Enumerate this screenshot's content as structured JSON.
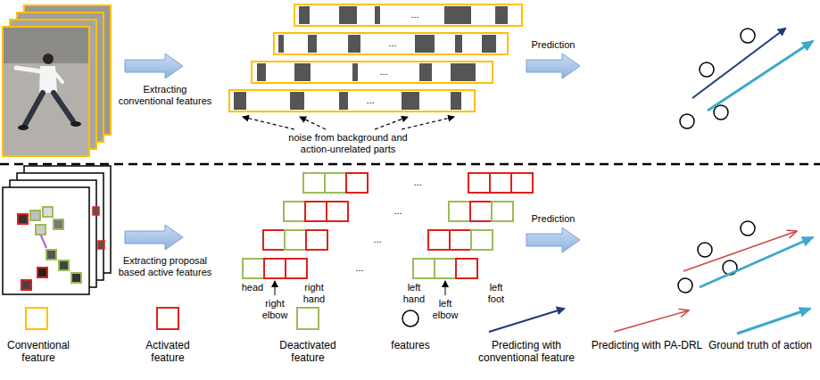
{
  "diagram": {
    "labels": [
      "Extracting conventional features",
      "...",
      "...",
      "...",
      "...",
      "noise from background and action-unrelated parts",
      "Prediction",
      "Extracting proposal based active features",
      "...",
      "...",
      "...",
      "...",
      "head",
      "right elbow",
      "right hand",
      "left hand",
      "left elbow",
      "left foot",
      "Prediction"
    ],
    "legend": [
      {
        "text": "Conventional feature",
        "color": "#ffc000"
      },
      {
        "text": "Activated feature",
        "color": "#e0201b"
      },
      {
        "text": "Deactivated feature",
        "color": "#9bbb59"
      },
      {
        "text": "features"
      },
      {
        "text": "Predicting with conventional feature"
      },
      {
        "text": "Predicting with PA-DRL"
      },
      {
        "text": "Ground truth of action"
      }
    ]
  }
}
